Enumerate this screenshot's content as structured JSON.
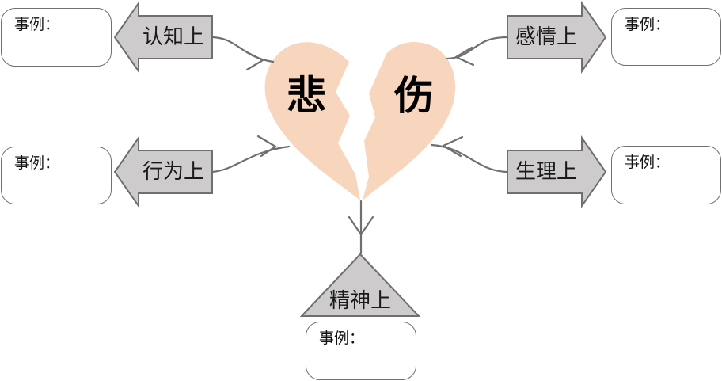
{
  "heart": {
    "left_char": "悲",
    "right_char": "伤",
    "fill_color": "#f8d5bd"
  },
  "categories": {
    "cognitive": {
      "label": "认知上",
      "example_label": "事例："
    },
    "behavioral": {
      "label": "行为上",
      "example_label": "事例："
    },
    "emotional": {
      "label": "感情上",
      "example_label": "事例："
    },
    "physical": {
      "label": "生理上",
      "example_label": "事例："
    },
    "spiritual": {
      "label": "精神上",
      "example_label": "事例："
    }
  },
  "colors": {
    "arrow_fill": "#cdcbcb",
    "arrow_stroke": "#6f6f6f",
    "connector": "#6f6f6f",
    "box_border": "#707070"
  }
}
